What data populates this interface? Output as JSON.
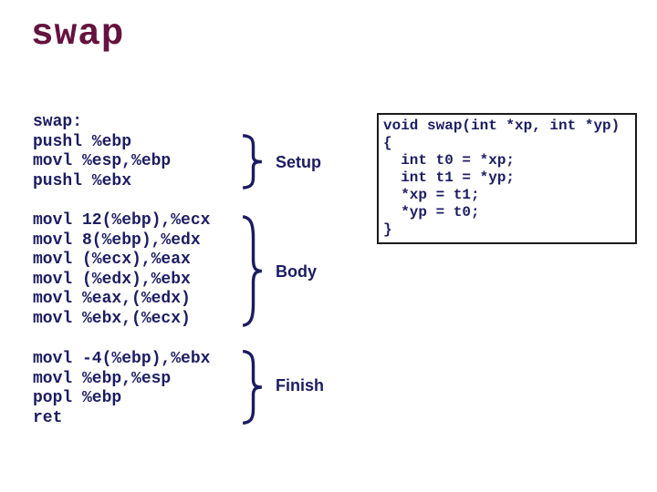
{
  "slide": {
    "title": "swap",
    "colors": {
      "title_maroon": "#64123E",
      "code_navy": "#1C1C62",
      "box_border": "#1A1A1A",
      "background": "#FFFFFF"
    },
    "asm": {
      "setup": {
        "label": "Setup",
        "lines": "swap:\npushl %ebp\nmovl %esp,%ebp\npushl %ebx"
      },
      "body": {
        "label": "Body",
        "lines": "movl 12(%ebp),%ecx\nmovl 8(%ebp),%edx\nmovl (%ecx),%eax\nmovl (%edx),%ebx\nmovl %eax,(%edx)\nmovl %ebx,(%ecx)"
      },
      "finish": {
        "label": "Finish",
        "lines": "movl -4(%ebp),%ebx\nmovl %ebp,%esp\npopl %ebp\nret"
      }
    },
    "c_code": "void swap(int *xp, int *yp)\n{\n  int t0 = *xp;\n  int t1 = *yp;\n  *xp = t1;\n  *yp = t0;\n}"
  }
}
